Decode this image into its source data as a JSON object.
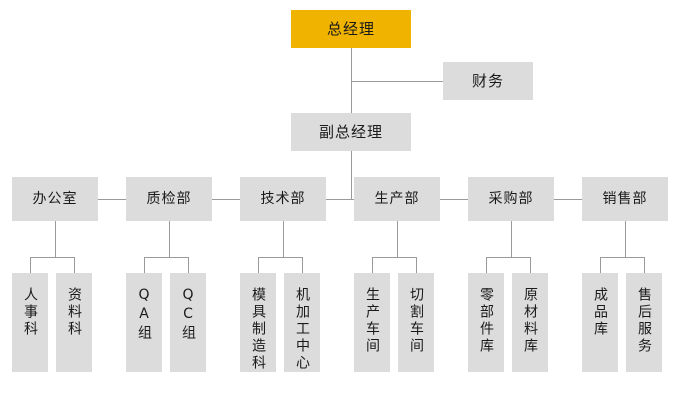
{
  "chart_title": "",
  "colors": {
    "accent": "#efb300",
    "node_fill": "#dcdcdc",
    "connector": "#9a9a9a",
    "text": "#1a1a1a",
    "background": "#ffffff"
  },
  "org": {
    "root": {
      "label": "总经理",
      "highlight": true
    },
    "staff": {
      "label": "财务"
    },
    "deputy": {
      "label": "副总经理"
    },
    "departments": [
      {
        "label": "办公室",
        "children": [
          {
            "label": "人事科"
          },
          {
            "label": "资料科"
          }
        ]
      },
      {
        "label": "质检部",
        "children": [
          {
            "label": "QA组"
          },
          {
            "label": "QC组"
          }
        ]
      },
      {
        "label": "技术部",
        "children": [
          {
            "label": "模具制造科"
          },
          {
            "label": "机加工中心"
          }
        ]
      },
      {
        "label": "生产部",
        "children": [
          {
            "label": "生产车间"
          },
          {
            "label": "切割车间"
          }
        ]
      },
      {
        "label": "采购部",
        "children": [
          {
            "label": "零部件库"
          },
          {
            "label": "原材料库"
          }
        ]
      },
      {
        "label": "销售部",
        "children": [
          {
            "label": "成品库"
          },
          {
            "label": "售后服务"
          }
        ]
      }
    ]
  }
}
